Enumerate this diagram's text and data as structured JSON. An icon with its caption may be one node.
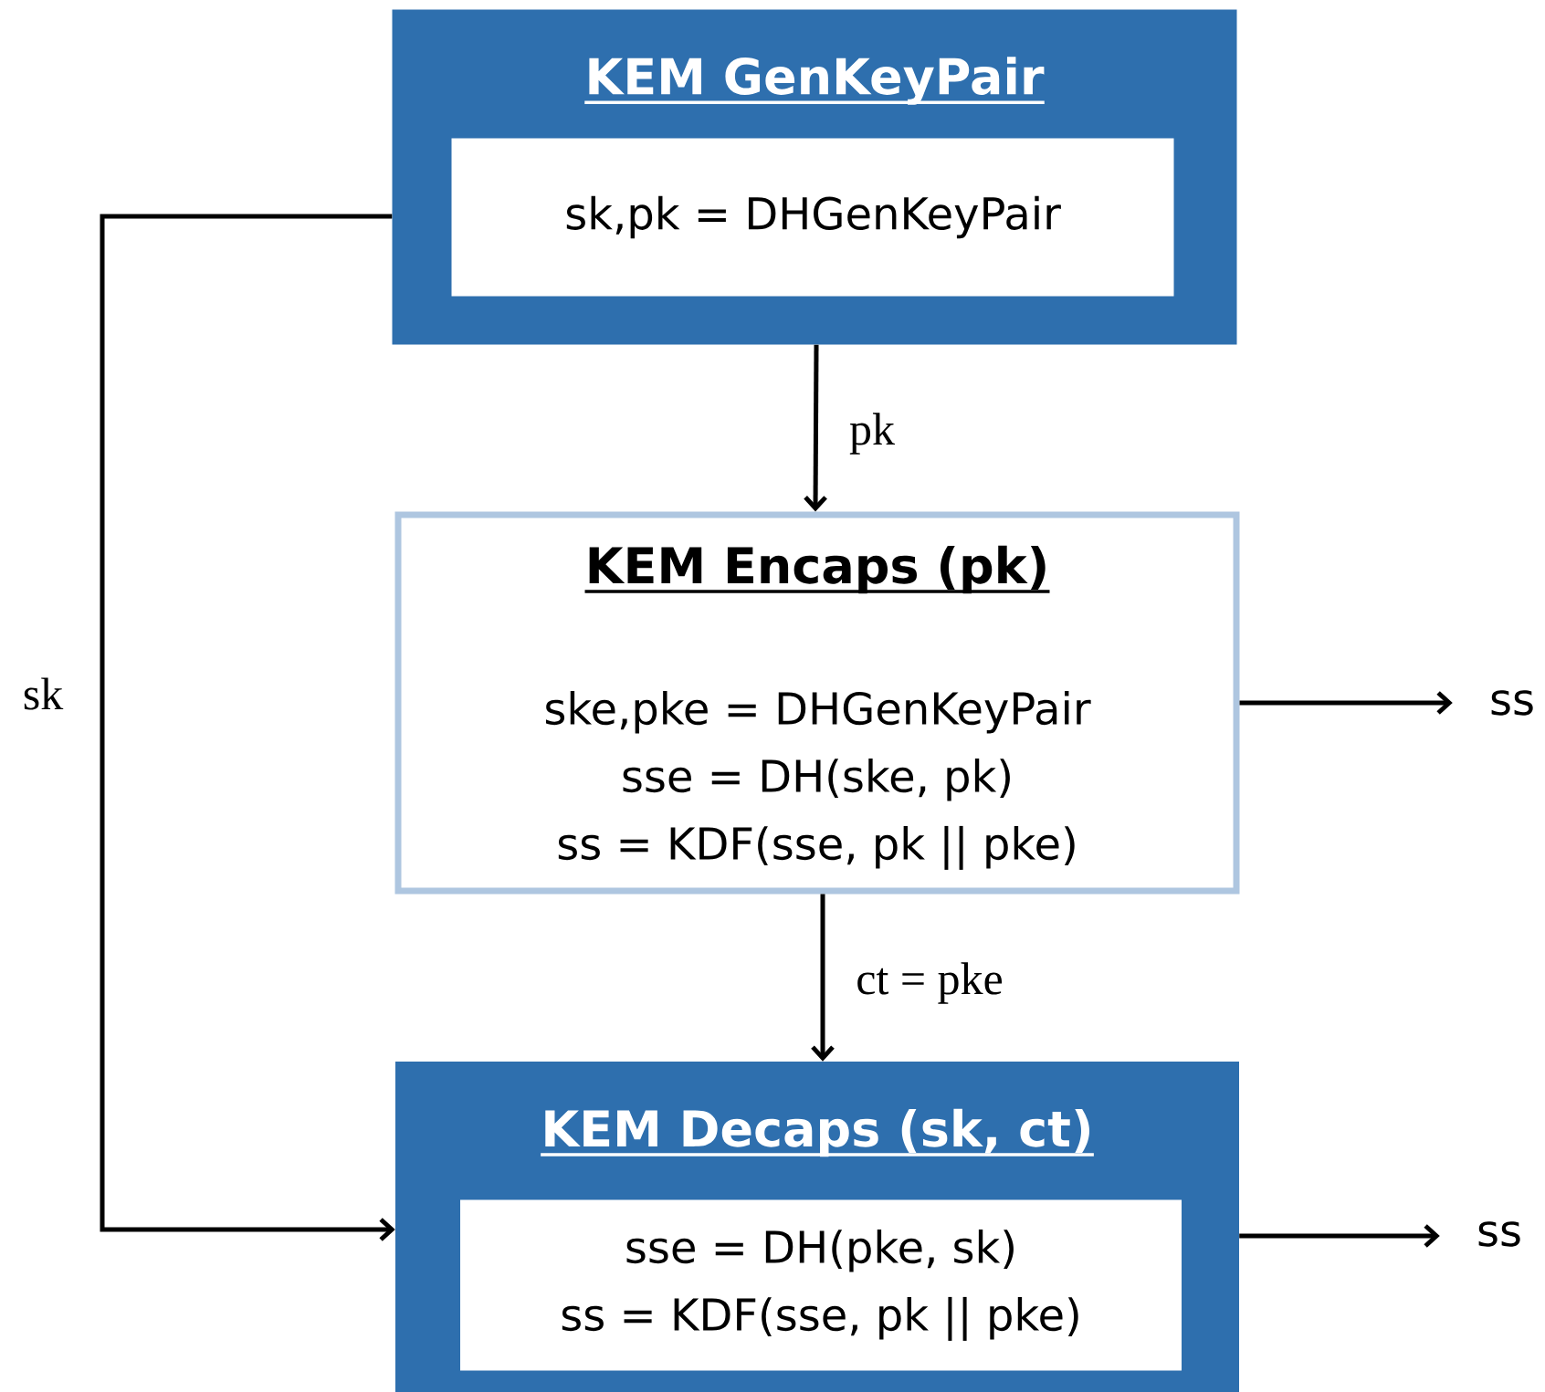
{
  "diagram": {
    "nodes": [
      {
        "text": [
          "KEM GenKeyPair"
        ]
      },
      {
        "text": [
          "sk,pk = DHGenKeyPair"
        ],
        "in": 0
      },
      {
        "text": [
          "KEM Encaps (pk)",
          "ske,pke = DHGenKeyPair",
          "sse = DH(ske, pk)",
          "ss = KDF(sse, pk || pke)"
        ]
      },
      {
        "text": [
          "KEM Decaps (sk, ct)"
        ]
      },
      {
        "text": [
          "sse = DH(pke, sk)",
          "ss = KDF(sse, pk || pke)"
        ],
        "in": 3
      },
      {
        "text": [
          "ss"
        ]
      },
      {
        "text": [
          "ss"
        ]
      }
    ],
    "edges": [
      {
        "from": 0,
        "to": 2,
        "arrow": "to",
        "label": "pk"
      },
      {
        "from": 2,
        "to": 3,
        "arrow": "to",
        "label": "ct = pke"
      },
      {
        "from": 0,
        "to": 3,
        "arrow": "to",
        "label": "sk"
      },
      {
        "from": 2,
        "to": 5,
        "arrow": "to"
      },
      {
        "from": 3,
        "to": 6,
        "arrow": "to"
      }
    ]
  }
}
